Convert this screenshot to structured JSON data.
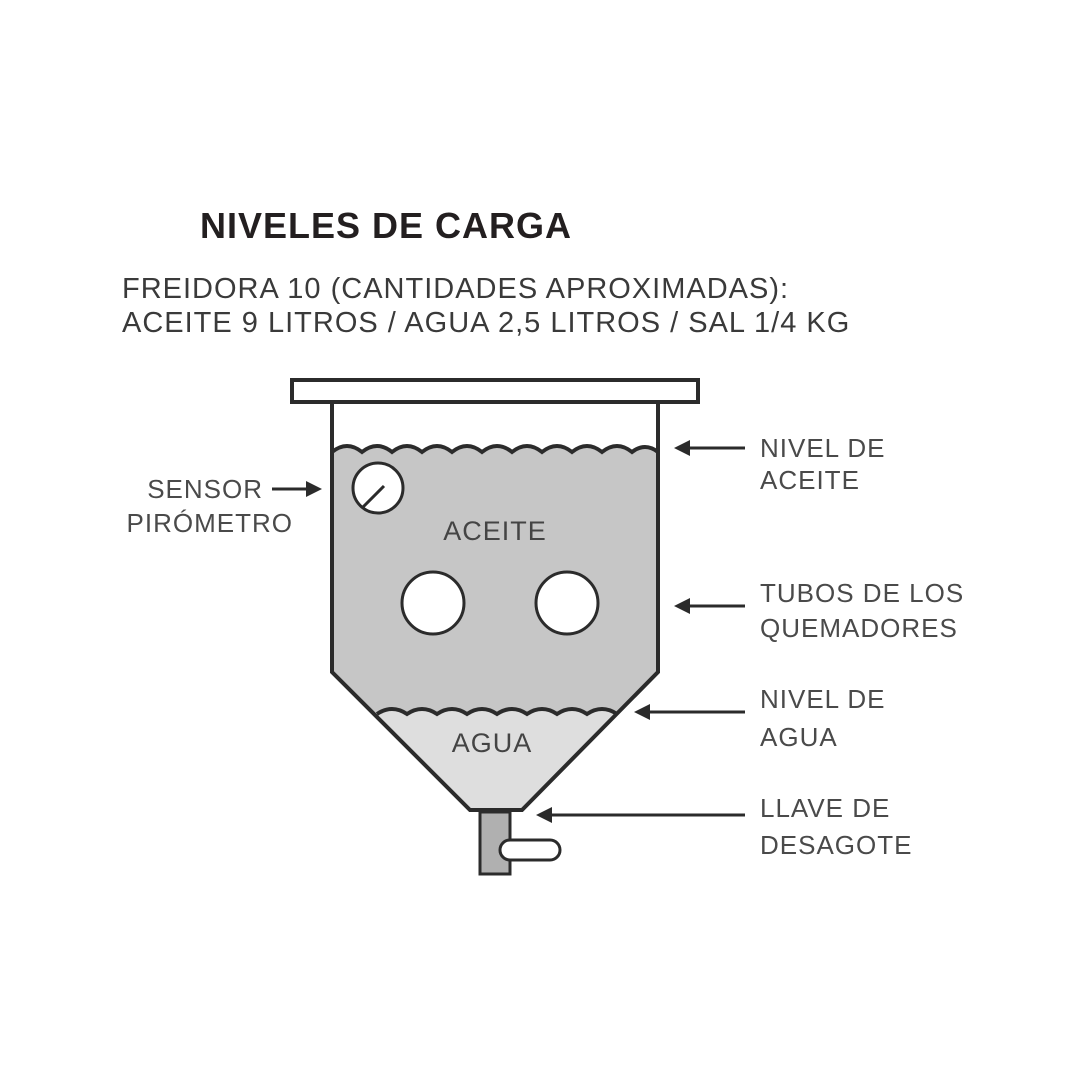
{
  "title": "NIVELES DE CARGA",
  "subtitle_line1": "FREIDORA 10 (CANTIDADES APROXIMADAS):",
  "subtitle_line2": "ACEITE 9 LITROS / AGUA 2,5 LITROS / SAL 1/4 KG",
  "colors": {
    "oil": "#c6c6c6",
    "water": "#dedede",
    "outline": "#2b2b2b"
  },
  "inner_labels": {
    "oil": "ACEITE",
    "water": "AGUA"
  },
  "callouts": {
    "sensor": [
      "SENSOR",
      "PIRÓMETRO"
    ],
    "oil_level": [
      "NIVEL DE",
      "ACEITE"
    ],
    "burner_tubes": [
      "TUBOS DE LOS",
      "QUEMADORES"
    ],
    "water_level": [
      "NIVEL DE",
      "AGUA"
    ],
    "drain_valve": [
      "LLAVE DE",
      "DESAGOTE"
    ]
  }
}
